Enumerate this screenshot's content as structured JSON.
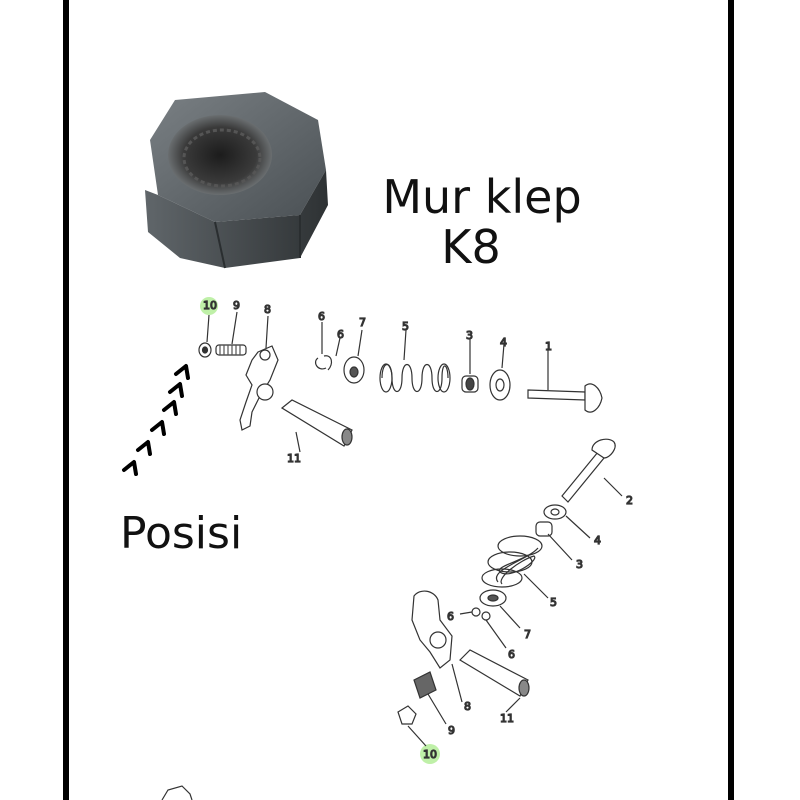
{
  "title": {
    "line1": "Mur klep",
    "line2": "K8"
  },
  "caption": "Posisi",
  "colors": {
    "highlight": "#bff0a8",
    "frame": "#000000",
    "part_stroke": "#333333"
  },
  "callouts_top": [
    "10",
    "9",
    "8",
    "6",
    "6",
    "7",
    "5",
    "3",
    "4",
    "1",
    "11"
  ],
  "callouts_bottom": [
    "2",
    "4",
    "3",
    "5",
    "6",
    "7",
    "6",
    "8",
    "9",
    "11",
    "10"
  ],
  "icons": {
    "nut": "hex-nut-photo",
    "arrow": "chevron-arrow-icon"
  }
}
